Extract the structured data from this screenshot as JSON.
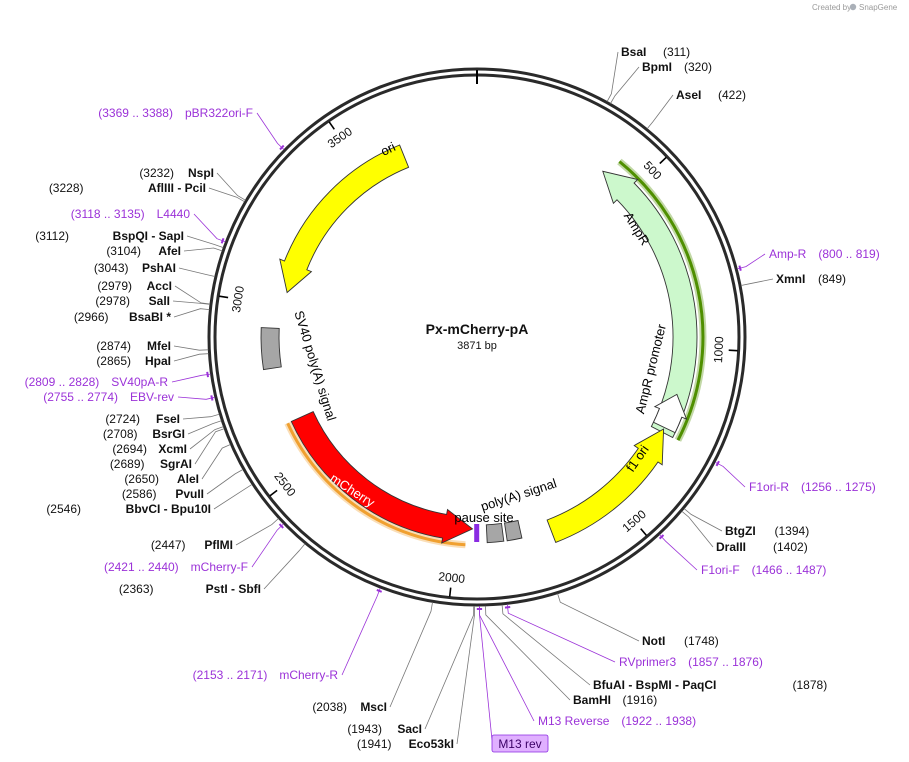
{
  "credit": {
    "created_by": "Created by",
    "brand": "SnapGene"
  },
  "plasmid": {
    "name": "Px-mCherry-pA",
    "length_label": "3871 bp",
    "length": 3871
  },
  "size_ticks": [
    {
      "bp": 500,
      "label": "500"
    },
    {
      "bp": 1000,
      "label": "1000"
    },
    {
      "bp": 1500,
      "label": "1500"
    },
    {
      "bp": 2000,
      "label": "2000"
    },
    {
      "bp": 2500,
      "label": "2500"
    },
    {
      "bp": 3000,
      "label": "3000"
    },
    {
      "bp": 3500,
      "label": "3500"
    }
  ],
  "features": [
    {
      "name": "ori",
      "label": "ori",
      "color": "#ffff00",
      "start": 3045,
      "end": 3635,
      "direction": "reverse",
      "highlight": null
    },
    {
      "name": "AmpR",
      "label": "AmpR",
      "color": "#ccf8cc",
      "start": 400,
      "end": 1260,
      "direction": "reverse",
      "highlight": "#4f8f00"
    },
    {
      "name": "AmpR promoter",
      "label": "AmpR promoter",
      "color": "#ffffff",
      "start": 1140,
      "end": 1245,
      "direction": "reverse",
      "highlight": null
    },
    {
      "name": "f1 ori",
      "label": "f1 ori",
      "color": "#ffff00",
      "start": 1250,
      "end": 1710,
      "direction": "reverse",
      "highlight": null
    },
    {
      "name": "poly(A) signal",
      "label": "poly(A) signal",
      "color": "#a6a6a6",
      "start": 1800,
      "end": 1845,
      "direction": "none",
      "highlight": null
    },
    {
      "name": "pause site",
      "label": "pause site",
      "color": "#a6a6a6",
      "start": 1855,
      "end": 1905,
      "direction": "none",
      "highlight": null
    },
    {
      "name": "mCherry",
      "label": "mCherry",
      "color": "#ff0000",
      "start": 1950,
      "end": 2640,
      "direction": "reverse",
      "highlight": "#f0a030"
    },
    {
      "name": "SV40 poly(A) signal",
      "label": "SV40 poly(A) signal",
      "color": "#a6a6a6",
      "start": 2810,
      "end": 2930,
      "direction": "none",
      "highlight": null
    }
  ],
  "site_markers": [
    {
      "bp": 1935,
      "color": "#8a2be2"
    }
  ],
  "enzymes": [
    {
      "name": "BsaI",
      "pos": "(311)"
    },
    {
      "name": "BpmI",
      "pos": "(320)"
    },
    {
      "name": "AseI",
      "pos": "(422)"
    },
    {
      "name": "XmnI",
      "pos": "(849)"
    },
    {
      "name": "BtgZI",
      "pos": "(1394)"
    },
    {
      "name": "DraIII",
      "pos": "(1402)"
    },
    {
      "name": "NotI",
      "pos": "(1748)"
    },
    {
      "name": "BfuAI  -  BspMI  -  PaqCI",
      "pos": "(1878)"
    },
    {
      "name": "BamHI",
      "pos": "(1916)"
    },
    {
      "name": "SacI",
      "pos": "(1943)"
    },
    {
      "name": "Eco53kI",
      "pos": "(1941)"
    },
    {
      "name": "MscI",
      "pos": "(2038)"
    },
    {
      "name": "PstI  -  SbfI",
      "pos": "(2363)"
    },
    {
      "name": "PflMI",
      "pos": "(2447)"
    },
    {
      "name": "BbvCI  -  Bpu10I",
      "pos": "(2546)"
    },
    {
      "name": "PvuII",
      "pos": "(2586)"
    },
    {
      "name": "AleI",
      "pos": "(2650)"
    },
    {
      "name": "SgrAI",
      "pos": "(2689)"
    },
    {
      "name": "XcmI",
      "pos": "(2694)"
    },
    {
      "name": "BsrGI",
      "pos": "(2708)"
    },
    {
      "name": "FseI",
      "pos": "(2724)"
    },
    {
      "name": "HpaI",
      "pos": "(2865)"
    },
    {
      "name": "MfeI",
      "pos": "(2874)"
    },
    {
      "name": "BsaBI *",
      "pos": "(2966)"
    },
    {
      "name": "SalI",
      "pos": "(2978)"
    },
    {
      "name": "AccI",
      "pos": "(2979)"
    },
    {
      "name": "PshAI",
      "pos": "(3043)"
    },
    {
      "name": "AfeI",
      "pos": "(3104)"
    },
    {
      "name": "BspQI  -  SapI",
      "pos": "(3112)"
    },
    {
      "name": "AflIII  -  PciI",
      "pos": "(3228)"
    },
    {
      "name": "NspI",
      "pos": "(3232)"
    }
  ],
  "primers": [
    {
      "name": "Amp-R",
      "range": "(800 .. 819)",
      "bp": 810
    },
    {
      "name": "F1ori-R",
      "range": "(1256 .. 1275)",
      "bp": 1266
    },
    {
      "name": "F1ori-F",
      "range": "(1466 .. 1487)",
      "bp": 1476
    },
    {
      "name": "RVprimer3",
      "range": "(1857 .. 1876)",
      "bp": 1866
    },
    {
      "name": "M13 Reverse",
      "range": "(1922 .. 1938)",
      "bp": 1930
    },
    {
      "name": "mCherry-R",
      "range": "(2153 .. 2171)",
      "bp": 2162
    },
    {
      "name": "mCherry-F",
      "range": "(2421 .. 2440)",
      "bp": 2430
    },
    {
      "name": "EBV-rev",
      "range": "(2755 .. 2774)",
      "bp": 2764
    },
    {
      "name": "SV40pA-R",
      "range": "(2809 .. 2828)",
      "bp": 2818
    },
    {
      "name": "L4440",
      "range": "(3118 .. 3135)",
      "bp": 3126
    },
    {
      "name": "pBR322ori-F",
      "range": "(3369 .. 3388)",
      "bp": 3378
    }
  ],
  "boxed_label": {
    "text": "M13 rev",
    "color": "#e0b0ff"
  }
}
